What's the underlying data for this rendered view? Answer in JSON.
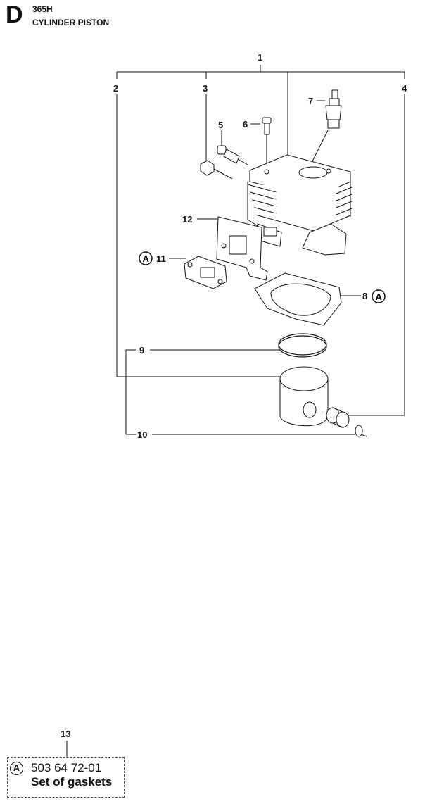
{
  "header": {
    "section_letter": "D",
    "model": "365H",
    "title": "CYLINDER PISTON"
  },
  "callouts": {
    "c1": "1",
    "c2": "2",
    "c3": "3",
    "c4": "4",
    "c5": "5",
    "c6": "6",
    "c7": "7",
    "c8": "8",
    "c9": "9",
    "c10": "10",
    "c11": "11",
    "c12": "12"
  },
  "kit_marker": "A",
  "kit": {
    "number": "13",
    "marker": "A",
    "part_number": "503 64 72-01",
    "description": "Set of gaskets"
  }
}
